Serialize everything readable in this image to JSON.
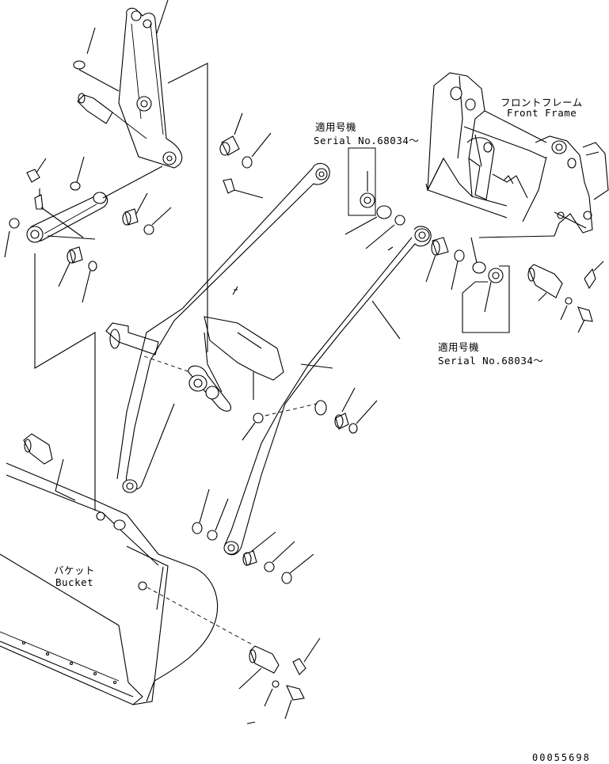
{
  "labels": {
    "front_frame_ja": "フロントフレーム",
    "front_frame_en": "Front Frame",
    "serial_upper_ja": "適用号機",
    "serial_upper_en": "Serial No.68034～",
    "serial_lower_ja": "適用号機",
    "serial_lower_en": "Serial No.68034～",
    "bucket_ja": "バケット",
    "bucket_en": "Bucket",
    "drawing_number": "00055698"
  }
}
